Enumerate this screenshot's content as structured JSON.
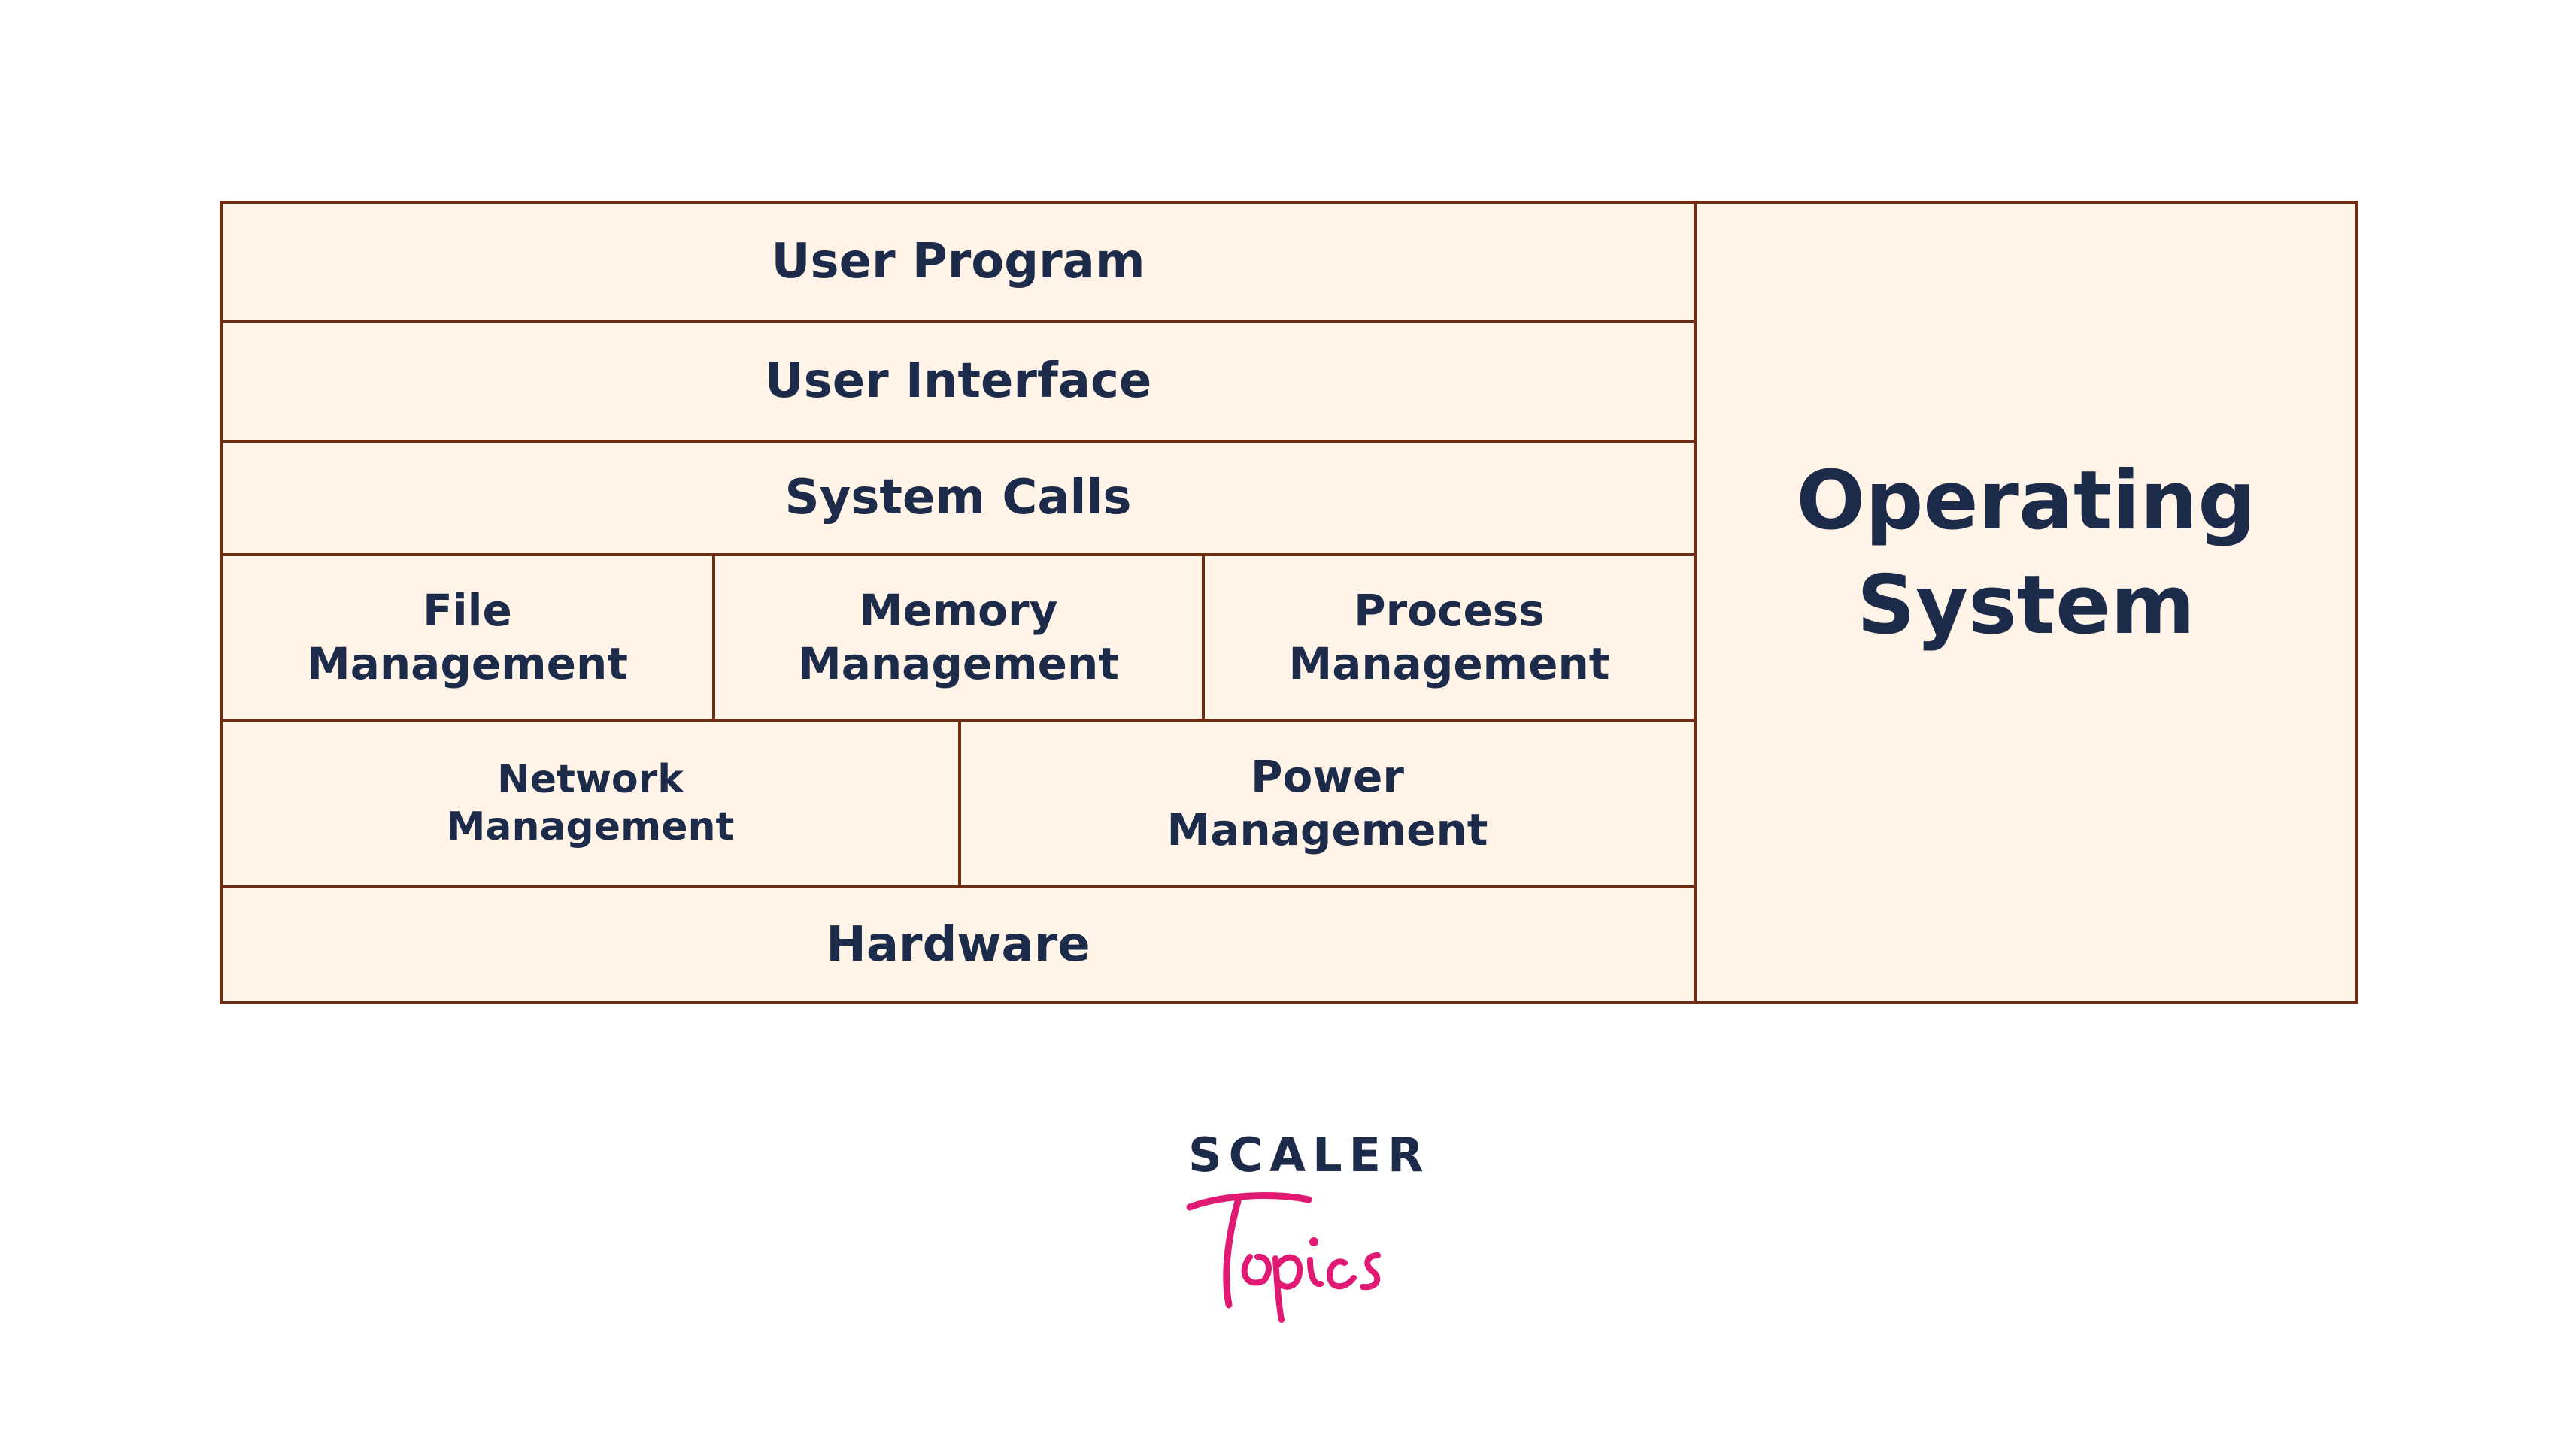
{
  "diagram": {
    "user_program": "User Program",
    "user_interface": "User Interface",
    "system_calls": "System Calls",
    "file_management": "File\nManagement",
    "memory_management": "Memory\nManagement",
    "process_management": "Process\nManagement",
    "network_management": "Network\nManagement",
    "power_management": "Power\nManagement",
    "hardware": "Hardware",
    "operating_system": "Operating\nSystem"
  },
  "brand": {
    "wordmark": "SCALER",
    "script": "Topics",
    "text_color": "#1d2b4a",
    "script_color": "#e01a73",
    "cell_fill": "#fff4e7",
    "border_color": "#6b2d14"
  }
}
